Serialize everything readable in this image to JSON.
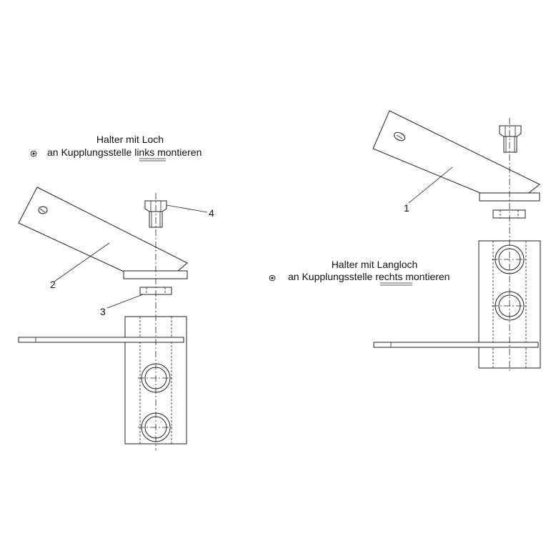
{
  "left": {
    "title": "Halter mit Loch",
    "instruction_before": "an Kupplungsstelle ",
    "instruction_emph": "links",
    "instruction_after": " montieren",
    "callouts": {
      "bracket": "2",
      "washer": "3",
      "bolt": "4"
    }
  },
  "right": {
    "title": "Halter mit Langloch",
    "instruction_before": "an Kupplungsstelle ",
    "instruction_emph": "rechts",
    "instruction_after": " montieren",
    "callouts": {
      "bracket": "1"
    }
  }
}
